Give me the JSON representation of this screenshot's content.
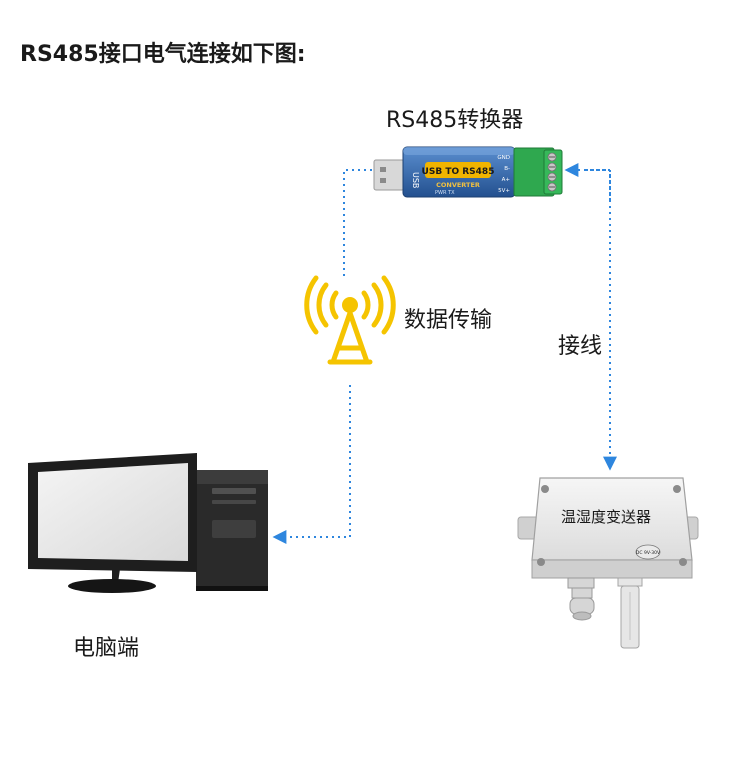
{
  "heading": "RS485接口电气连接如下图:",
  "converter": {
    "title": "RS485转换器",
    "usb_text": "USB",
    "badge_text": "USB TO RS485",
    "sub_text": "CONVERTER",
    "model_text": "PWR TX",
    "pins": [
      "GND",
      "B-",
      "A+",
      "5V+"
    ]
  },
  "transmission_label": "数据传输",
  "wiring_label": "接线",
  "pc_label": "电脑端",
  "sensor": {
    "label": "温湿度变送器",
    "badge": "DC 9V-30V"
  },
  "colors": {
    "arrow": "#2e86de",
    "antenna": "#f5c400",
    "terminal": "#2fa84f",
    "converter_body": "#3a6fb0",
    "badge": "#f0b400"
  }
}
